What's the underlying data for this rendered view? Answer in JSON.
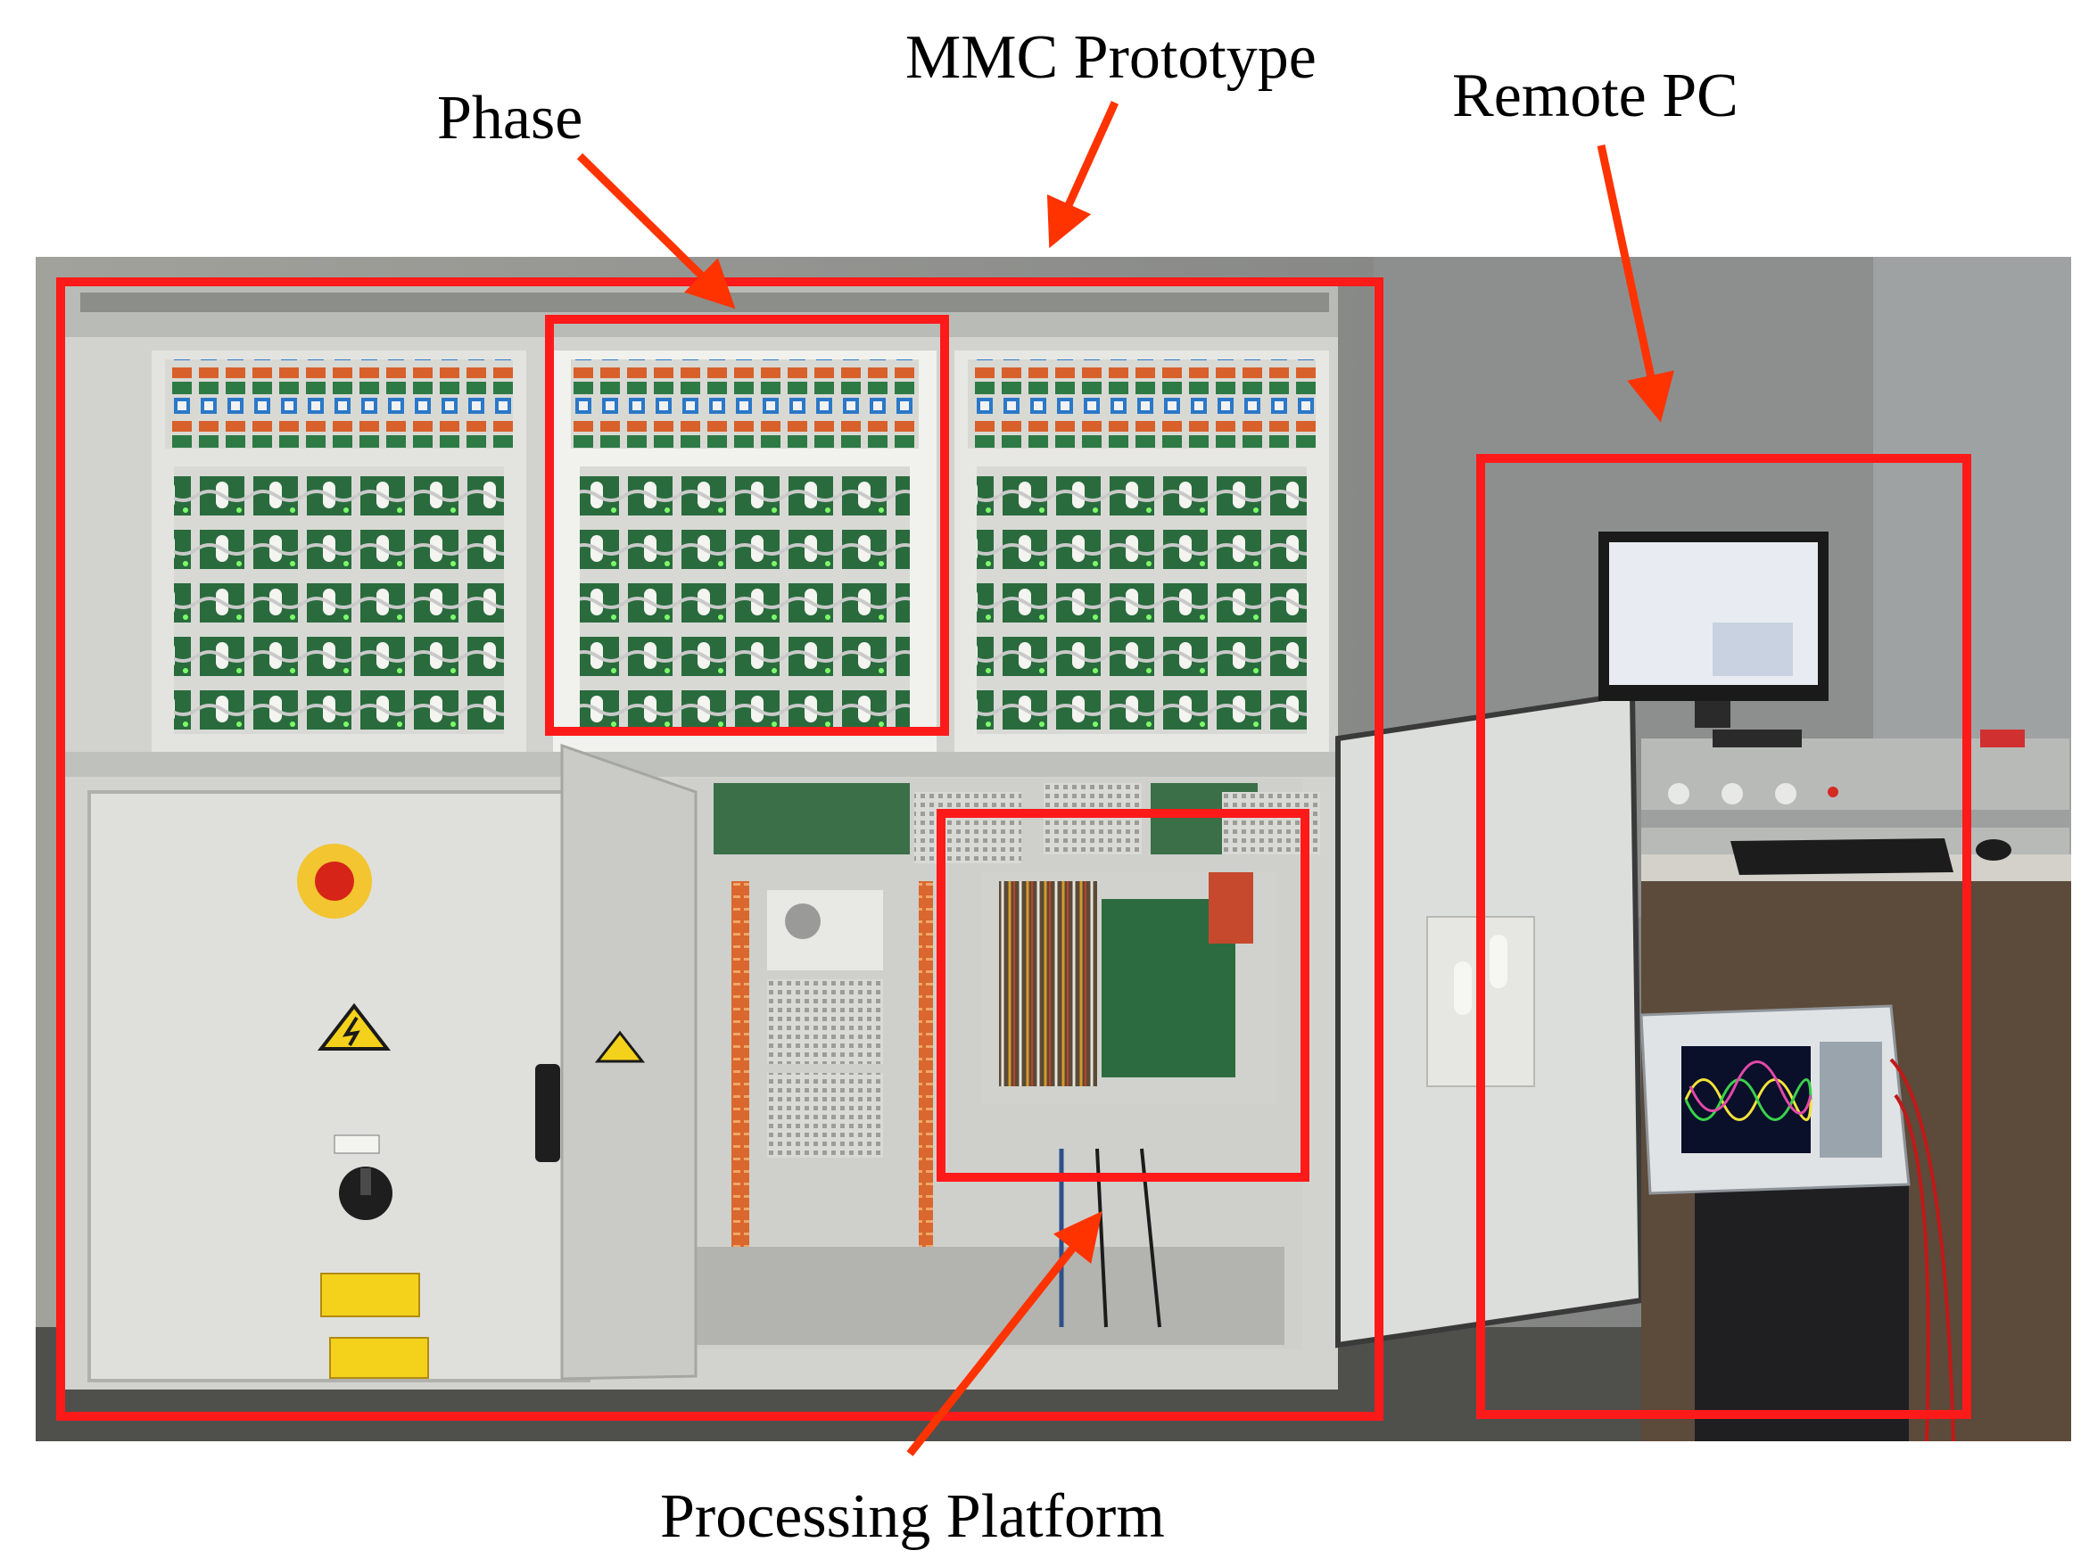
{
  "labels": {
    "phase": "Phase",
    "mmc_prototype": "MMC Prototype",
    "remote_pc": "Remote PC",
    "processing_platform": "Processing Platform"
  },
  "colors": {
    "highlight": "#ff1a1a",
    "arrow": "#ff3300",
    "cabinet": "#e4e6e3",
    "wall": "#8a8a8a",
    "board_green": "#1f6b3a",
    "oscilloscope_screen": "#0a0f2a"
  },
  "icons": {
    "emergency_stop": "emergency-stop-button-icon",
    "high_voltage": "high-voltage-warning-icon",
    "rotary_switch": "rotary-switch-icon"
  }
}
